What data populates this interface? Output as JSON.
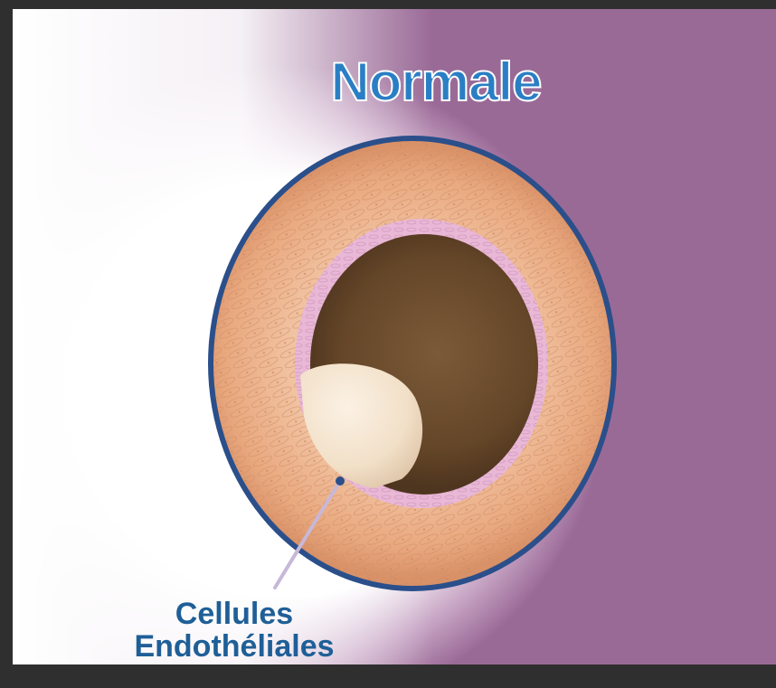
{
  "title": "Normale",
  "callout": {
    "line1": "Cellules",
    "line2": "Endothéliales"
  },
  "colors": {
    "frame": "#2f2f2f",
    "background_left": "#ffffff",
    "background_right": "#9a6a97",
    "title_fill": "#2a7fc4",
    "callout_text": "#1f5f97",
    "vessel_outline": "#2b4f8a",
    "muscle_layer": "#eab08a",
    "intima_layer": "#e9b8d6",
    "lumen": "#6e4d2f"
  }
}
